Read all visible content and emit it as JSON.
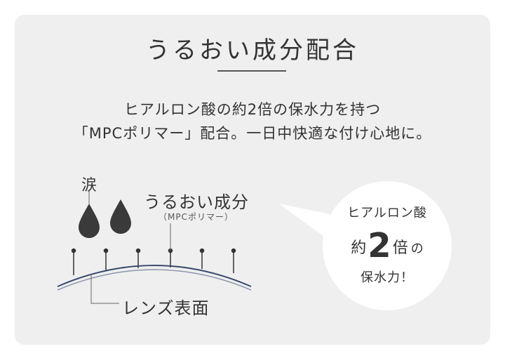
{
  "title": "うるおい成分配合",
  "description": {
    "line1": "ヒアルロン酸の約2倍の保水力を持つ",
    "line2": "「MPCポリマー」配合。一日中快適な付け心地に。"
  },
  "diagram": {
    "tears_label": "涙",
    "ingredient_label": "うるおい成分",
    "ingredient_sub": "（MPCポリマー）",
    "lens_label": "レンズ表面"
  },
  "bubble": {
    "line1": "ヒアルロン酸",
    "prefix": "約",
    "number": "2",
    "unit": "倍",
    "particle": "の",
    "line3": "保水力！"
  },
  "colors": {
    "card_bg": "#efefef",
    "drop": "#3a3a3a",
    "lens_stroke": "#3b4a6b",
    "bubble_bg": "#ffffff"
  },
  "icons": [
    "tear-drop-icon",
    "polymer-pin-icon",
    "lens-curve-icon"
  ]
}
